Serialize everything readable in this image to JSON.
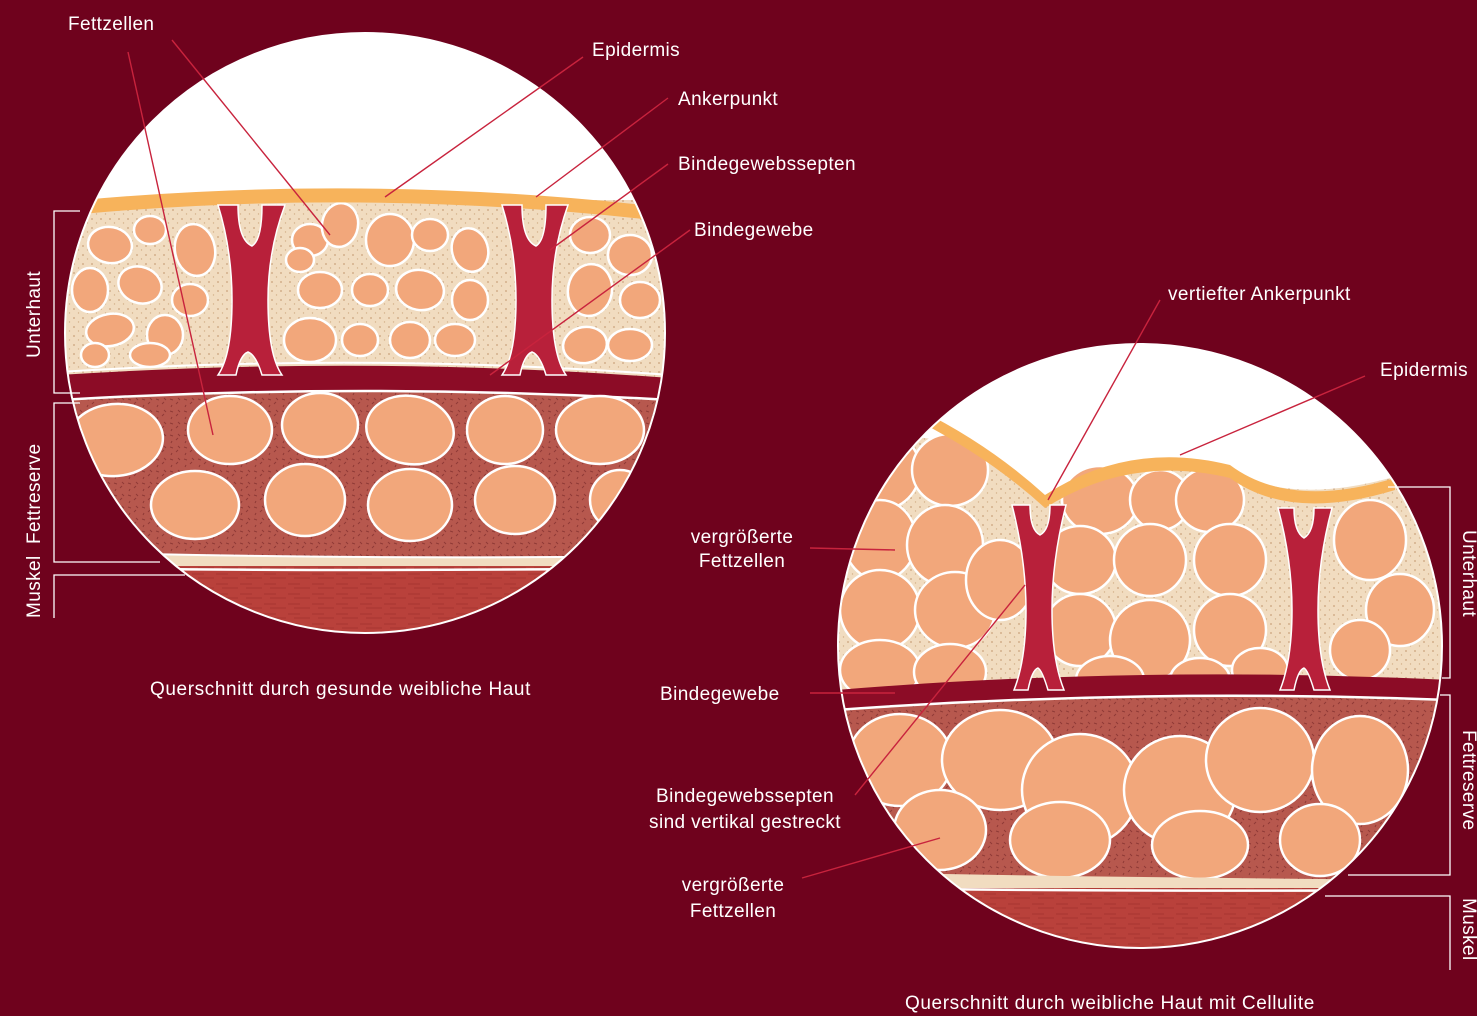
{
  "colors": {
    "background": "#6f021d",
    "epidermis": "#f7b35b",
    "subcutis": "#f1dcc0",
    "fat_cell": "#f2a77b",
    "septum": "#b8203a",
    "connective_band": "#8c0c26",
    "fat_reserve": "#b7584e",
    "muscle": "#b9413b",
    "leader": "#c8233d"
  },
  "healthy": {
    "caption": "Querschnitt durch gesunde weibliche Haut",
    "labels": {
      "fettzellen": "Fettzellen",
      "epidermis": "Epidermis",
      "ankerpunkt": "Ankerpunkt",
      "bindegewebssepten": "Bindegewebssepten",
      "bindegewebe": "Bindegewebe"
    },
    "layers": {
      "unterhaut": "Unterhaut",
      "fettreserve": "Fettreserve",
      "muskel": "Muskel"
    }
  },
  "cellulite": {
    "caption": "Querschnitt durch weibliche Haut mit Cellulite",
    "labels": {
      "vertiefter_ankerpunkt": "vertiefter Ankerpunkt",
      "epidermis": "Epidermis",
      "vergroesserte_fettzellen_1": [
        "vergrößerte",
        "Fettzellen"
      ],
      "bindegewebe": "Bindegewebe",
      "septen_gestreckt": [
        "Bindegewebssepten",
        "sind vertikal gestreckt"
      ],
      "vergroesserte_fettzellen_2": [
        "vergrößerte",
        "Fettzellen"
      ]
    },
    "layers": {
      "unterhaut": "Unterhaut",
      "fettreserve": "Fettreserve",
      "muskel": "Muskel"
    }
  }
}
